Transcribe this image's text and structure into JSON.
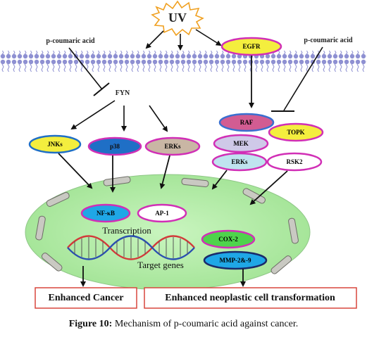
{
  "uv": "UV",
  "inhibitor_left": "p-coumaric acid",
  "inhibitor_right": "p-coumaric acid",
  "fyn": "FYN",
  "egfr": "EGFR",
  "left_kinases": [
    "JNKs",
    "p38",
    "ERKs"
  ],
  "raf": "RAF",
  "mek": "MEK",
  "erks_right": "ERKs",
  "topk": "TOPK",
  "rsk2": "RSK2",
  "nfkb": "NF-κB",
  "ap1": "AP-1",
  "transcription": "Transcription",
  "target_genes": "Target genes",
  "cox2": "COX-2",
  "mmp": "MMP-2&-9",
  "outcome_left": "Enhanced Cancer",
  "outcome_right": "Enhanced neoplastic cell transformation",
  "caption": {
    "label": "Figure 10:",
    "text": "Mechanism of p-coumaric acid against cancer."
  },
  "colors": {
    "membrane": "#8e90d2",
    "cell": "#b8efac",
    "oval_yellow": "#f4ee3e",
    "oval_blue": "#1f6fc6",
    "oval_tan": "#c9b6a4",
    "oval_pink": "#d25c92",
    "oval_lavender": "#cfc9e8",
    "oval_lightblue": "#bfe3ef",
    "oval_green": "#4fd34c",
    "oval_magenta_border": "#d12fb6",
    "box_border": "#d8473d"
  }
}
